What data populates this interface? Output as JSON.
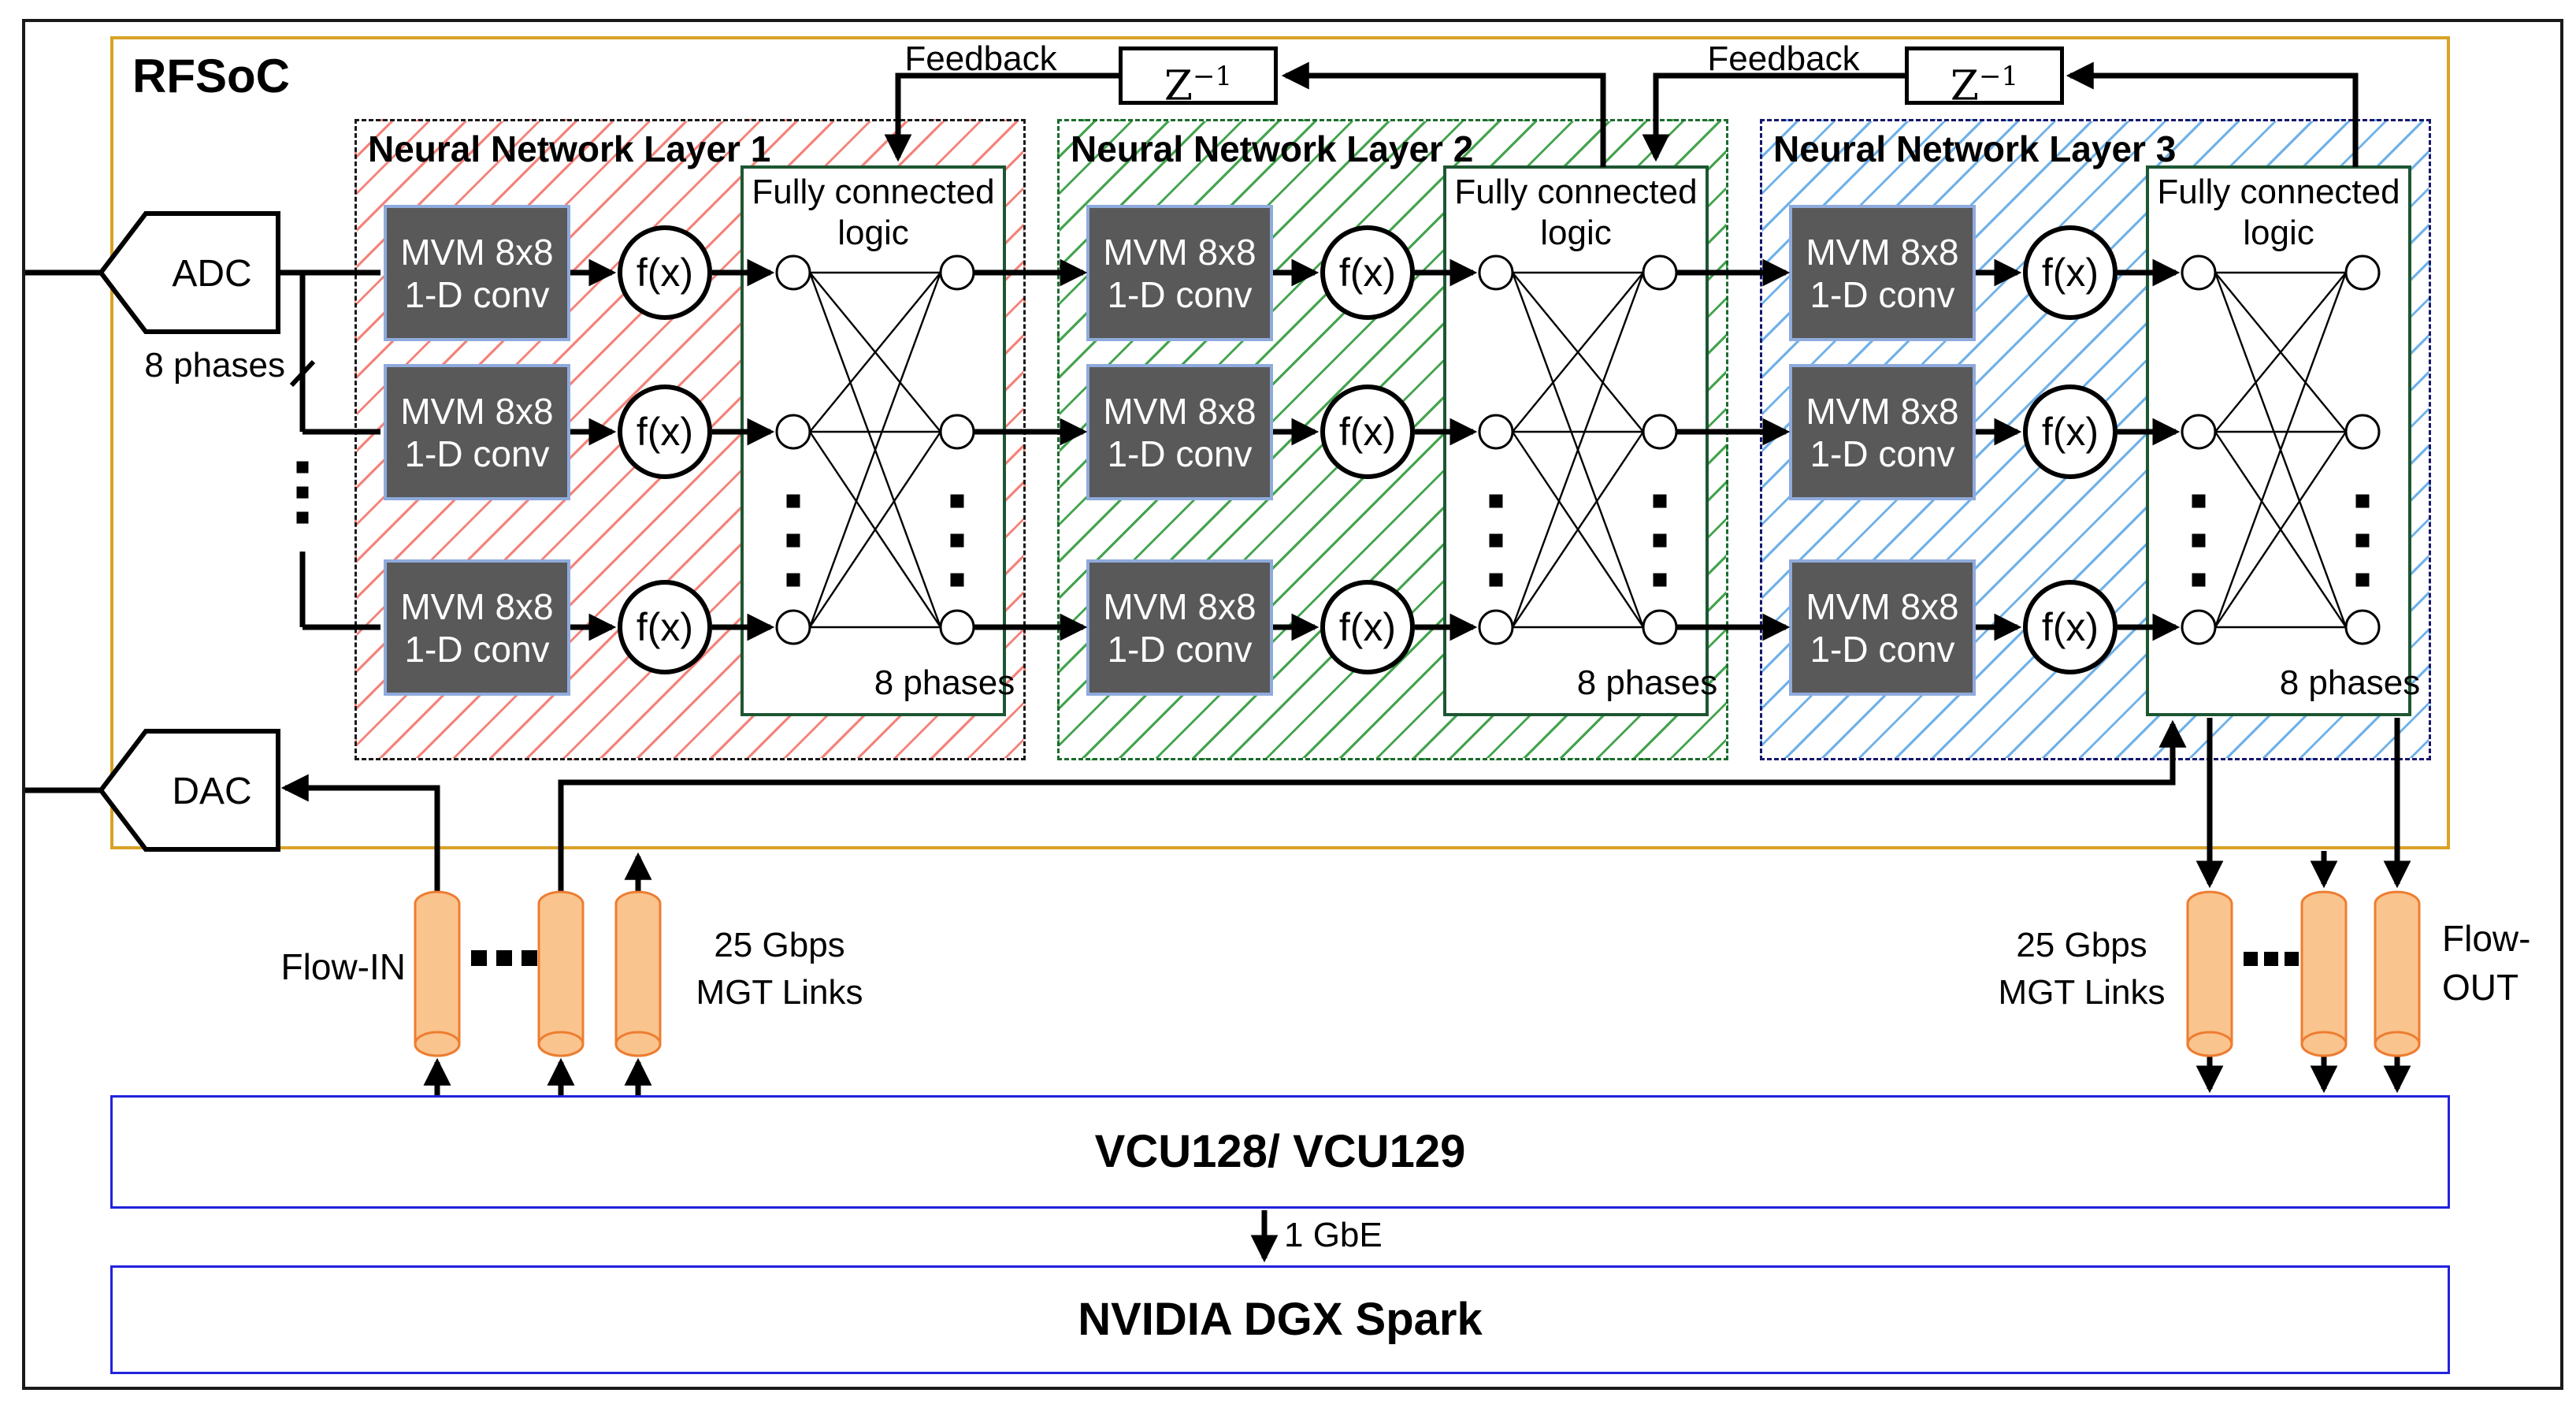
{
  "rfsoc": {
    "label": "RFSoC"
  },
  "adc": {
    "label": "ADC"
  },
  "dac": {
    "label": "DAC"
  },
  "bus": {
    "label": "8 phases"
  },
  "feedback": {
    "label": "Feedback",
    "z_base": "Z",
    "z_exp": "−1"
  },
  "layers": [
    {
      "title": "Neural Network Layer 1"
    },
    {
      "title": "Neural Network Layer 2"
    },
    {
      "title": "Neural Network Layer 3"
    }
  ],
  "blocks": {
    "mvm_line1": "MVM 8x8",
    "mvm_line2": "1-D conv",
    "activation": "f(x)",
    "fc_line1": "Fully connected",
    "fc_line2": "logic",
    "fc_phases": "8 phases"
  },
  "io": {
    "flow_in": "Flow-IN",
    "flow_out_line1": "Flow-",
    "flow_out_line2": "OUT",
    "mgt_line1": "25 Gbps",
    "mgt_line2": "MGT Links"
  },
  "boards": {
    "vcu": "VCU128/ VCU129",
    "dgx": "NVIDIA DGX Spark",
    "link": "1 GbE"
  },
  "icons": {
    "cylinder": "mgt-link-cylinder",
    "h_ellipsis": "dots-horizontal",
    "v_ellipsis": "dots-vertical",
    "bus_tick": "bus-width-slash",
    "delay_block": "z-inverse-delay"
  },
  "colors": {
    "rfsoc_border": "#D9A227",
    "cyl_fill": "#FAC48E",
    "cyl_stroke": "#ED7D31",
    "mvm_fill": "#595959",
    "mvm_border": "#8FAADC",
    "hatch_red": "#F4827A",
    "hatch_green": "#43A34D",
    "hatch_blue": "#6FB1E8",
    "l1_border": "#1A1A1A",
    "l2_border": "#1B6B2E",
    "l3_border": "#16166E",
    "fc_border": "#1D5632",
    "board_border": "#2222DD"
  }
}
